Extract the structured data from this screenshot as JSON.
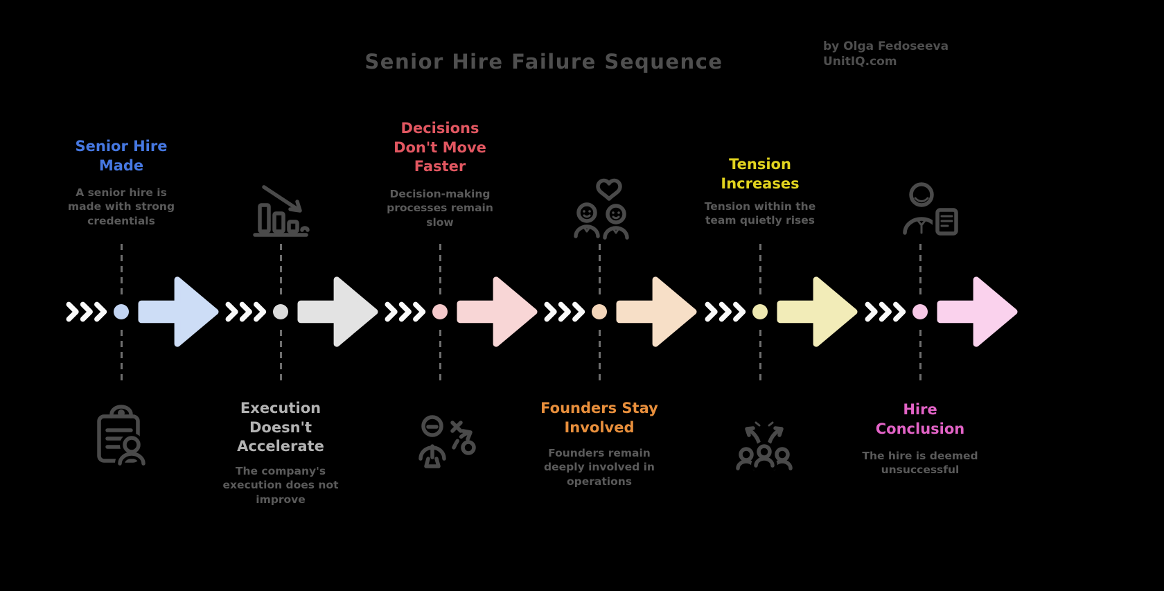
{
  "header": {
    "title": "Senior Hire Failure Sequence",
    "byline": "by Olga Fedoseeva",
    "site": "UnitIQ.com"
  },
  "colors": {
    "background": "#000000",
    "heading": "#4f4f4f",
    "description": "#5a5a5a",
    "icon": "#4a4a4a",
    "dashed_line": "#6e6e6e",
    "chevron": "#fafafa"
  },
  "steps": [
    {
      "name": "senior-hire-made",
      "title": "Senior Hire\nMade",
      "description": "A senior hire is\nmade with strong\ncredentials",
      "title_color": "#4678e2",
      "arrow_color": "#cdddf6",
      "dot_color": "#c2d4f2",
      "icon": "clipboard-person-icon"
    },
    {
      "name": "execution-doesnt-accelerate",
      "title": "Execution\nDoesn't\nAccelerate",
      "description": "The company's\nexecution does not\nimprove",
      "title_color": "#b3b3b3",
      "arrow_color": "#e3e3e3",
      "dot_color": "#dcdcdc",
      "icon": "declining-chart-icon"
    },
    {
      "name": "decisions-dont-move-faster",
      "title": "Decisions\nDon't Move\nFaster",
      "description": "Decision-making\nprocesses remain\nslow",
      "title_color": "#e25761",
      "arrow_color": "#f8d6d6",
      "dot_color": "#f5c9cb",
      "icon": "person-strategy-icon"
    },
    {
      "name": "founders-stay-involved",
      "title": "Founders Stay\nInvolved",
      "description": "Founders remain\ndeeply involved in\noperations",
      "title_color": "#e88f3c",
      "arrow_color": "#f7dfc7",
      "dot_color": "#f4d6ba",
      "icon": "people-heart-icon"
    },
    {
      "name": "tension-increases",
      "title": "Tension\nIncreases",
      "description": "Tension within the\nteam quietly rises",
      "title_color": "#e2d41f",
      "arrow_color": "#f2ecb8",
      "dot_color": "#eee8b0",
      "icon": "team-arrows-icon"
    },
    {
      "name": "hire-conclusion",
      "title": "Hire\nConclusion",
      "description": "The hire is deemed\nunsuccessful",
      "title_color": "#e263c6",
      "arrow_color": "#fad2ed",
      "dot_color": "#f7c7e6",
      "icon": "person-document-icon"
    }
  ]
}
